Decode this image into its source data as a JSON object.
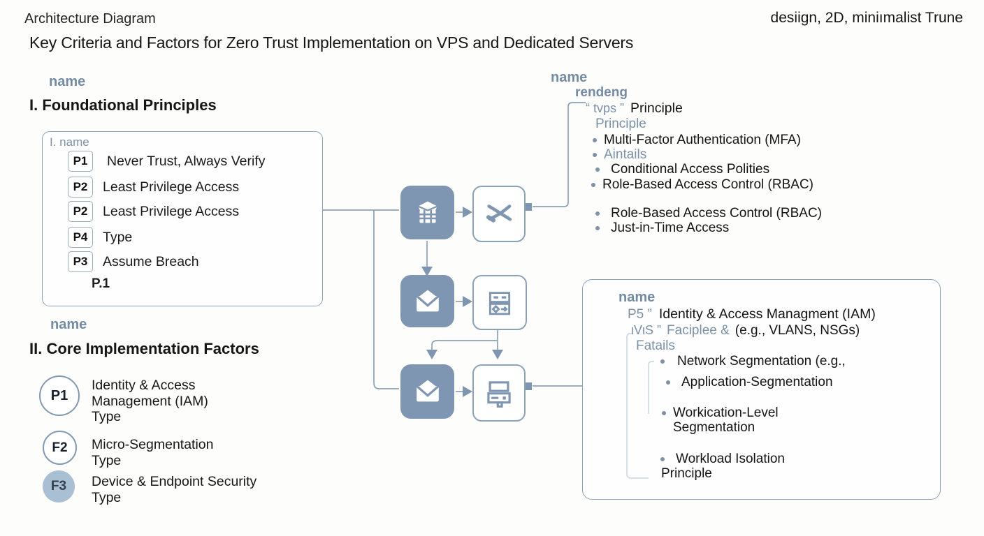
{
  "header": {
    "doc_label": "Architecture Diagram",
    "title": "Key Criteria and Factors for Zero Trust Implementation on VPS and Dedicated Servers",
    "style_note": "desiign, 2D, miniımalist Trune"
  },
  "colors": {
    "accent": "#7e96b2",
    "muted_text": "#7b91a9",
    "connector_line": "#8ba1b8",
    "dark_text": "#1f1f1f",
    "filled_circle": "#a9bfd4"
  },
  "foundational": {
    "tag": "name",
    "heading": "I. Foundational Principles",
    "box_tag": "I. name",
    "items": [
      {
        "badge": "P1",
        "label": "Never Trust, Always Verify"
      },
      {
        "badge": "P2",
        "label": "Least Privilege Access"
      },
      {
        "badge": "P2",
        "label": "Least Privilege Access"
      },
      {
        "badge": "P4",
        "label": "Type"
      },
      {
        "badge": "P3",
        "label": "Assume Breach"
      }
    ],
    "footnote": "P.1"
  },
  "factors": {
    "tag": "name",
    "heading": "II. Core Implementation Factors",
    "items": [
      {
        "badge": "P1",
        "line1": "Identity & Access",
        "line2": "Management (IAM)",
        "line3": "Type"
      },
      {
        "badge": "F2",
        "line1": "Micro-Segmentation",
        "line2": "Type"
      },
      {
        "badge": "F3",
        "line1": "Device & Endpoint Security",
        "line2": "Type"
      }
    ]
  },
  "principles_list": {
    "tag": "name",
    "subtag": "rendeng",
    "quote": "“ tvps ”",
    "quote_title": "Principle",
    "subtitle": "Principle",
    "group1": [
      "Multi-Factor Authentication (MFA)",
      "Aintails",
      "Conditional Access Polities",
      "Role-Based Access Control (RBAC)"
    ],
    "group2": [
      "Role-Based Access Control (RBAC)",
      "Just-in-Time Access"
    ]
  },
  "detail_box": {
    "tag": "name",
    "row1_prefix": "P5 ”",
    "row1_text": "Identity & Access Managment (IAM)",
    "row2_prefix": "ιVιS ”",
    "row2_label": "Faciplee &",
    "row2_text": "(e.g., VLANS, NSGs)",
    "row3": "Fatails",
    "bullet1": "Network Segmentation (e.g.,",
    "bullet2": "Application-Segmentation",
    "bullet3_line1": "Workication-Level",
    "bullet3_line2": "Segmentation",
    "bullet4": "Workload Isolation",
    "footer": "Principle"
  },
  "icons": {
    "flow": [
      "package-icon",
      "network-cross-icon",
      "mail-icon",
      "form-icon",
      "mail-icon",
      "server-icon"
    ]
  }
}
